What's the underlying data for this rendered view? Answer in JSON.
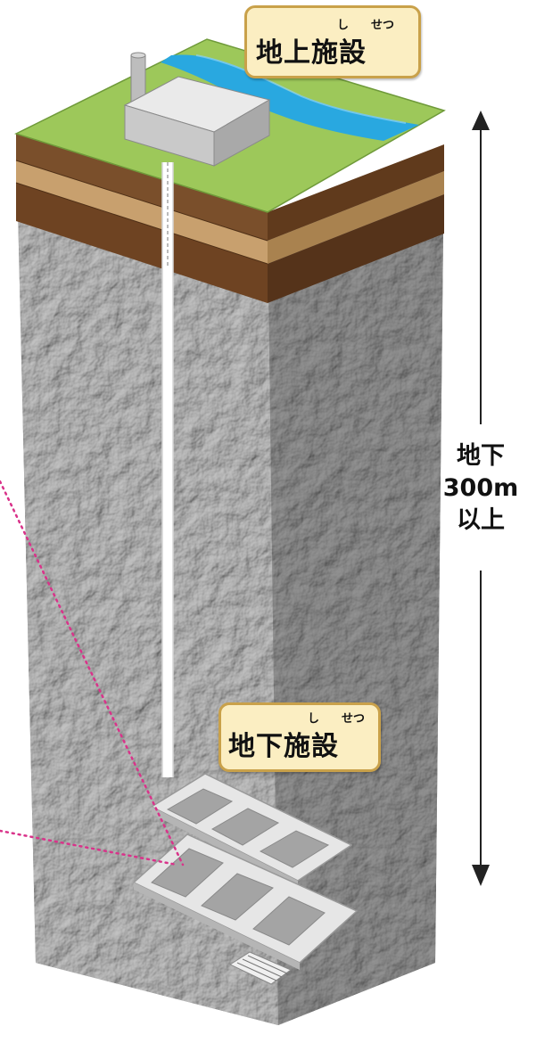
{
  "labels": {
    "surface_facility": {
      "text": "地上施設",
      "ruby": [
        "し",
        "せつ"
      ]
    },
    "underground_facility": {
      "text": "地下施設",
      "ruby": [
        "し",
        "せつ"
      ]
    },
    "depth": {
      "line1": "地下",
      "line2": "300m",
      "line3": "以上"
    }
  },
  "colors": {
    "grass": "#9dc85a",
    "river": "#29a8e0",
    "soil_dark": "#7a4f2b",
    "soil_light": "#c8a06e",
    "rock": "#8e8e8e",
    "shaft": "#ffffff",
    "pink_dotted_line": "#d9338a",
    "label_background": "#fbeec2",
    "label_border": "#c9a14a"
  }
}
